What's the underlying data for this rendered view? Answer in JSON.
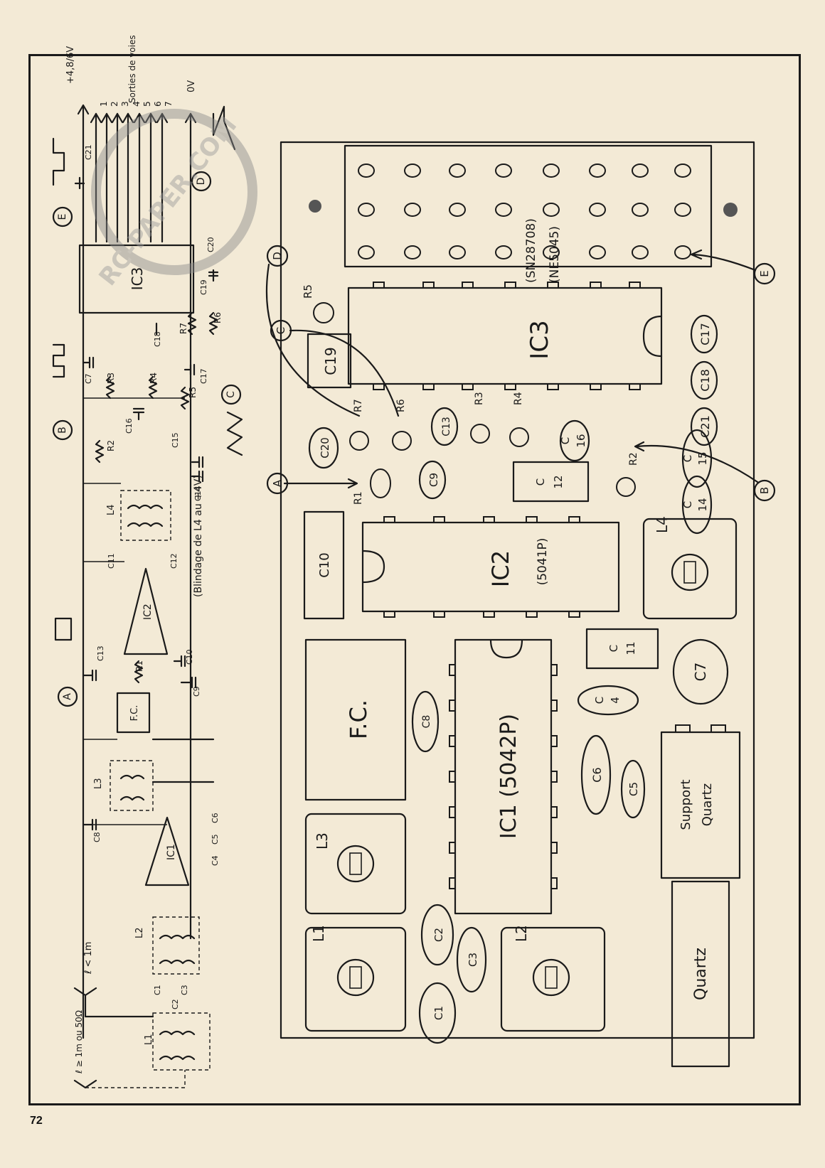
{
  "page_number": "72",
  "watermark": "RC-PAPER.COM",
  "schematic": {
    "power_label": "+4,8/6V",
    "ground_label": "0V",
    "outputs_title": "Sorties de voies",
    "channels": [
      "1",
      "2",
      "3",
      "4",
      "5",
      "6",
      "7"
    ],
    "antenna_long": "ℓ ≥ 1m ou 50Ω",
    "antenna_short": "ℓ < 1m",
    "shield_note": "(Blindage de L4 au +4V)",
    "components": {
      "ic1": "IC1",
      "ic2": "IC2",
      "ic3": "IC3",
      "fc": "F.C.",
      "l1": "L1",
      "l2": "L2",
      "l3": "L3",
      "l4": "L4",
      "r1": "R1",
      "r2": "R2",
      "r3": "R3",
      "r4": "R4",
      "r5": "R5",
      "r6": "R6",
      "r7": "R7",
      "c1": "C1",
      "c2": "C2",
      "c3": "C3",
      "c4": "C4",
      "c5": "C5",
      "c6": "C6",
      "c7": "C7",
      "c8": "C8",
      "c9": "C9",
      "c10": "C10",
      "c11": "C11",
      "c12": "C12",
      "c13": "C13",
      "c14": "C14",
      "c15": "C15",
      "c16": "C16",
      "c17": "C17",
      "c18": "C18",
      "c19": "C19",
      "c20": "C20",
      "c21": "C21"
    },
    "test_points": [
      "A",
      "B",
      "C",
      "D",
      "E"
    ]
  },
  "board": {
    "ic1": "IC1 (5042P)",
    "ic2": "IC2",
    "ic2_part": "(5041P)",
    "ic3": "IC3",
    "ic3_part1": "(SN28708)",
    "ic3_part2": "(NE5045)",
    "fc": "F.C.",
    "support_quartz_1": "Support",
    "support_quartz_2": "Quartz",
    "quartz": "Quartz",
    "coils": [
      "L1",
      "L2",
      "L3",
      "L4"
    ],
    "caps": {
      "c1": "C1",
      "c2": "C2",
      "c3": "C3",
      "c4a": "C",
      "c4b": "4",
      "c5": "C5",
      "c6": "C6",
      "c7": "C7",
      "c8": "C8",
      "c9": "C9",
      "c10": "C10",
      "c11a": "C",
      "c11b": "11",
      "c12a": "C",
      "c12b": "12",
      "c13": "C13",
      "c14a": "C",
      "c14b": "14",
      "c15a": "C",
      "c15b": "15",
      "c16a": "C",
      "c16b": "16",
      "c17": "C17",
      "c18": "C18",
      "c19": "C19",
      "c20": "C20",
      "c21": "C21"
    },
    "resistors": [
      "R1",
      "R2",
      "R3",
      "R4",
      "R5",
      "R6",
      "R7"
    ],
    "test_points": [
      "A",
      "B",
      "C",
      "D",
      "E"
    ]
  }
}
